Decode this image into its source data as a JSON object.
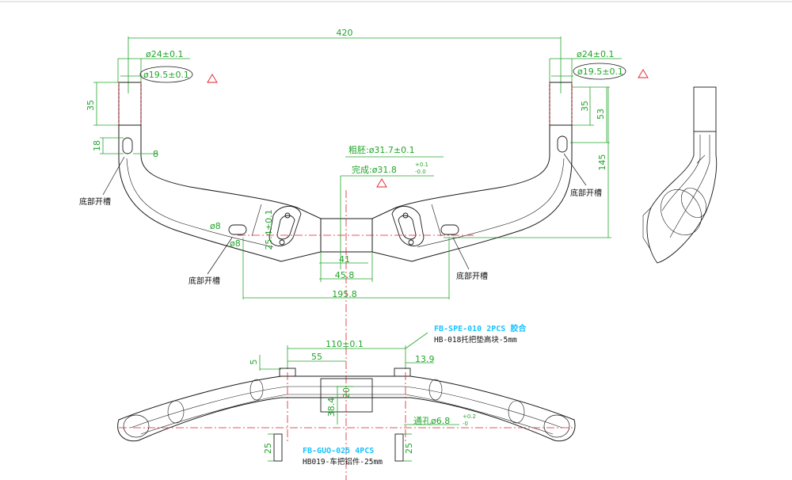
{
  "colors": {
    "outline": "#1a1a1a",
    "dimension": "#22a52a",
    "centerline": "#e0202a",
    "callout": "#19c2ff",
    "warning": "#e0202a"
  },
  "top_view": {
    "overall_width": "420",
    "clamp_outer_dia_left": "ø24±0.1",
    "clamp_inner_dia_left": "ø19.5±0.1",
    "clamp_outer_dia_right": "ø24±0.1",
    "clamp_inner_dia_right": "ø19.5±0.1",
    "clamp_length_left": "35",
    "clamp_length_right": "35",
    "height_53": "53",
    "height_145": "145",
    "slot_18": "18",
    "slot_8_left": "8",
    "rough_diameter": "粗胚:ø31.7±0.1",
    "finish_diameter": "完成:ø31.8",
    "finish_tol_upper": "+0.1",
    "finish_tol_lower": "-0.0",
    "hole_dia": "ø8",
    "hole_dia_2": "ø8",
    "mount_width": "25.4±0.1",
    "stem_width_41": "41",
    "stem_width_45_8": "45.8",
    "spread_195_8": "195.8",
    "bottom_slot_labels": [
      "底部开槽",
      "底部开槽",
      "底部开槽",
      "底部开槽"
    ]
  },
  "front_view": {
    "width_110": "110±0.1",
    "dim_55": "55",
    "dim_5": "5",
    "dim_13_9": "13.9",
    "dim_38_4": "38.4",
    "dim_20": "20",
    "through_hole": "通孔ø6.8",
    "through_hole_tol_upper": "+0.2",
    "through_hole_tol_lower": "-0",
    "part1_code": "FB-SPE-010 2PCS 胶合",
    "part1_name": "HB-018托把垫高块-5mm",
    "part2_code": "FB-GUO-025  4PCS",
    "part2_name": "HB019-车把铝件-25mm",
    "dim_25_left": "25",
    "dim_25_right": "25"
  }
}
